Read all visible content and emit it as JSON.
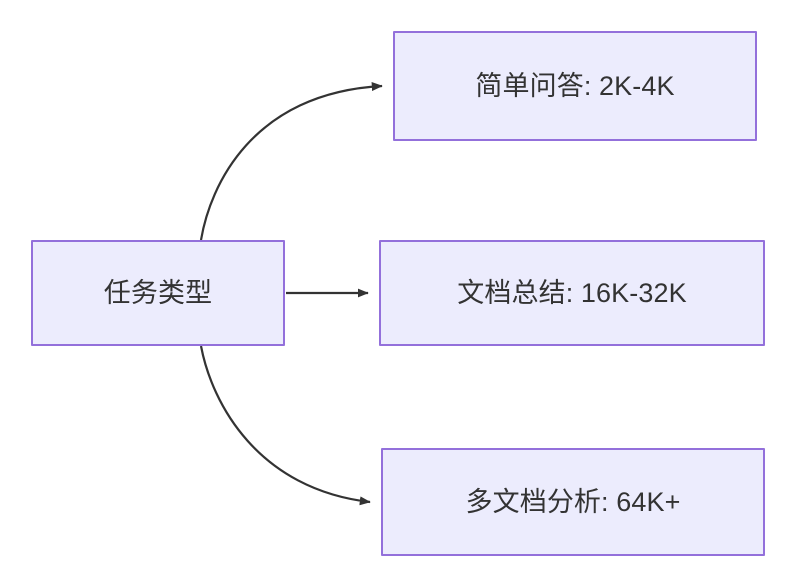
{
  "diagram": {
    "type": "flowchart",
    "direction": "left-to-right",
    "background_color": "#ffffff",
    "node_fill_color": "#ececfd",
    "node_border_color": "#9370db",
    "node_text_color": "#333333",
    "edge_color": "#333333",
    "root": {
      "id": "task-type",
      "label": "任务类型"
    },
    "branches": [
      {
        "id": "simple-qa",
        "label": "简单问答: 2K-4K",
        "category": "简单问答",
        "token_range": "2K-4K",
        "edge_style": "curved"
      },
      {
        "id": "doc-summary",
        "label": "文档总结: 16K-32K",
        "category": "文档总结",
        "token_range": "16K-32K",
        "edge_style": "straight"
      },
      {
        "id": "multi-doc-analysis",
        "label": "多文档分析: 64K+",
        "category": "多文档分析",
        "token_range": "64K+",
        "edge_style": "curved"
      }
    ]
  }
}
